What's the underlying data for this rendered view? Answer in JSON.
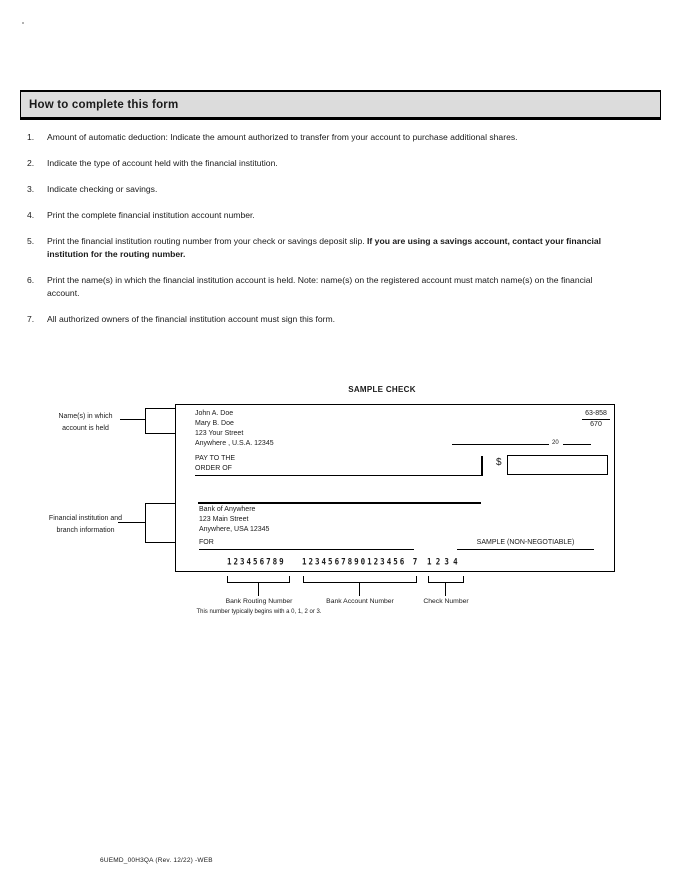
{
  "header": {
    "title": "How to complete this form"
  },
  "instructions": [
    {
      "num": "1.",
      "text": "Amount of automatic deduction:  Indicate the amount authorized to transfer from your account to purchase additional shares."
    },
    {
      "num": "2.",
      "text": "Indicate the type of account held with the financial institution."
    },
    {
      "num": "3.",
      "text": "Indicate checking or savings."
    },
    {
      "num": "4.",
      "text": "Print the complete financial institution account number."
    },
    {
      "num": "5.",
      "text": "Print the financial institution routing number from your check or savings deposit slip.  ",
      "bold": "If you are using a savings account, contact your financial institution for the routing number."
    },
    {
      "num": "6.",
      "text": "Print the name(s) in which the financial institution account is held.  Note: name(s) on the registered account must match name(s) on the financial account."
    },
    {
      "num": "7.",
      "text": "All authorized owners of the financial institution account must sign this form."
    }
  ],
  "left_labels": {
    "names": [
      "Name(s) in which",
      "account is held"
    ],
    "financial": [
      "Financial institution and",
      "branch information"
    ]
  },
  "sample_check": {
    "title": "SAMPLE CHECK",
    "payor": [
      "John A. Doe",
      "Mary B. Doe",
      "123 Your Street",
      "Anywhere , U.S.A. 12345"
    ],
    "fraction_top": "63-858",
    "fraction_bottom": "670",
    "date_label": "20",
    "pay_to_line1": "PAY TO THE",
    "pay_to_line2": "ORDER OF",
    "dollar_sign": "$",
    "bank": [
      "Bank of Anywhere",
      "123 Main Street",
      "Anywhere, USA 12345"
    ],
    "for_label": "FOR",
    "sample_label": "SAMPLE (NON-NEGOTIABLE)",
    "micr": {
      "routing": "123456789",
      "account": "1234567890123456 7",
      "check": "1234"
    }
  },
  "micr_captions": {
    "routing_label": "Bank Routing Number",
    "routing_note": "This number typically begins with a 0, 1, 2 or 3.",
    "account_label": "Bank Account Number",
    "check_label": "Check Number"
  },
  "footer": {
    "text": "6UEMD_00H3QA (Rev. 12/22)  -WEB"
  }
}
